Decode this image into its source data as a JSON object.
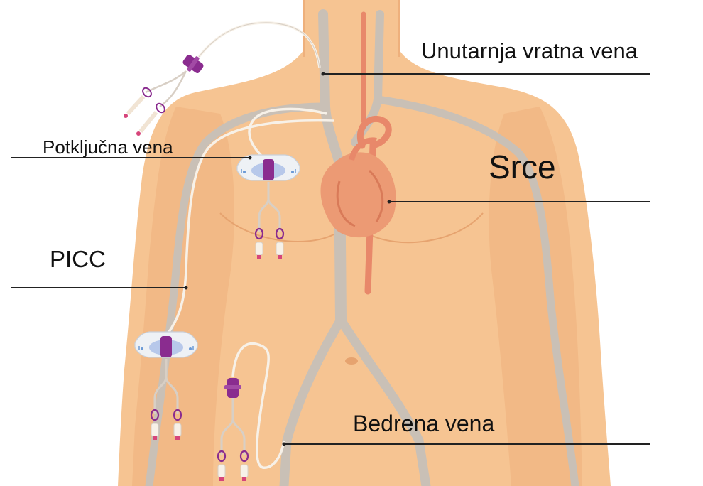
{
  "labels": {
    "jugular": "Unutarnja vratna vena",
    "subclavian": "Potključna vena",
    "heart": "Srce",
    "picc": "PICC",
    "femoral": "Bedrena vena"
  },
  "colors": {
    "skin": "#f6c492",
    "skin_shade": "#eeb07c",
    "vein": "#c9c0b6",
    "artery": "#e8886a",
    "heart": "#ec9a74",
    "catheter": "#f7f1e8",
    "hub_purple": "#8a2c8f",
    "pointer_line": "#222222"
  }
}
